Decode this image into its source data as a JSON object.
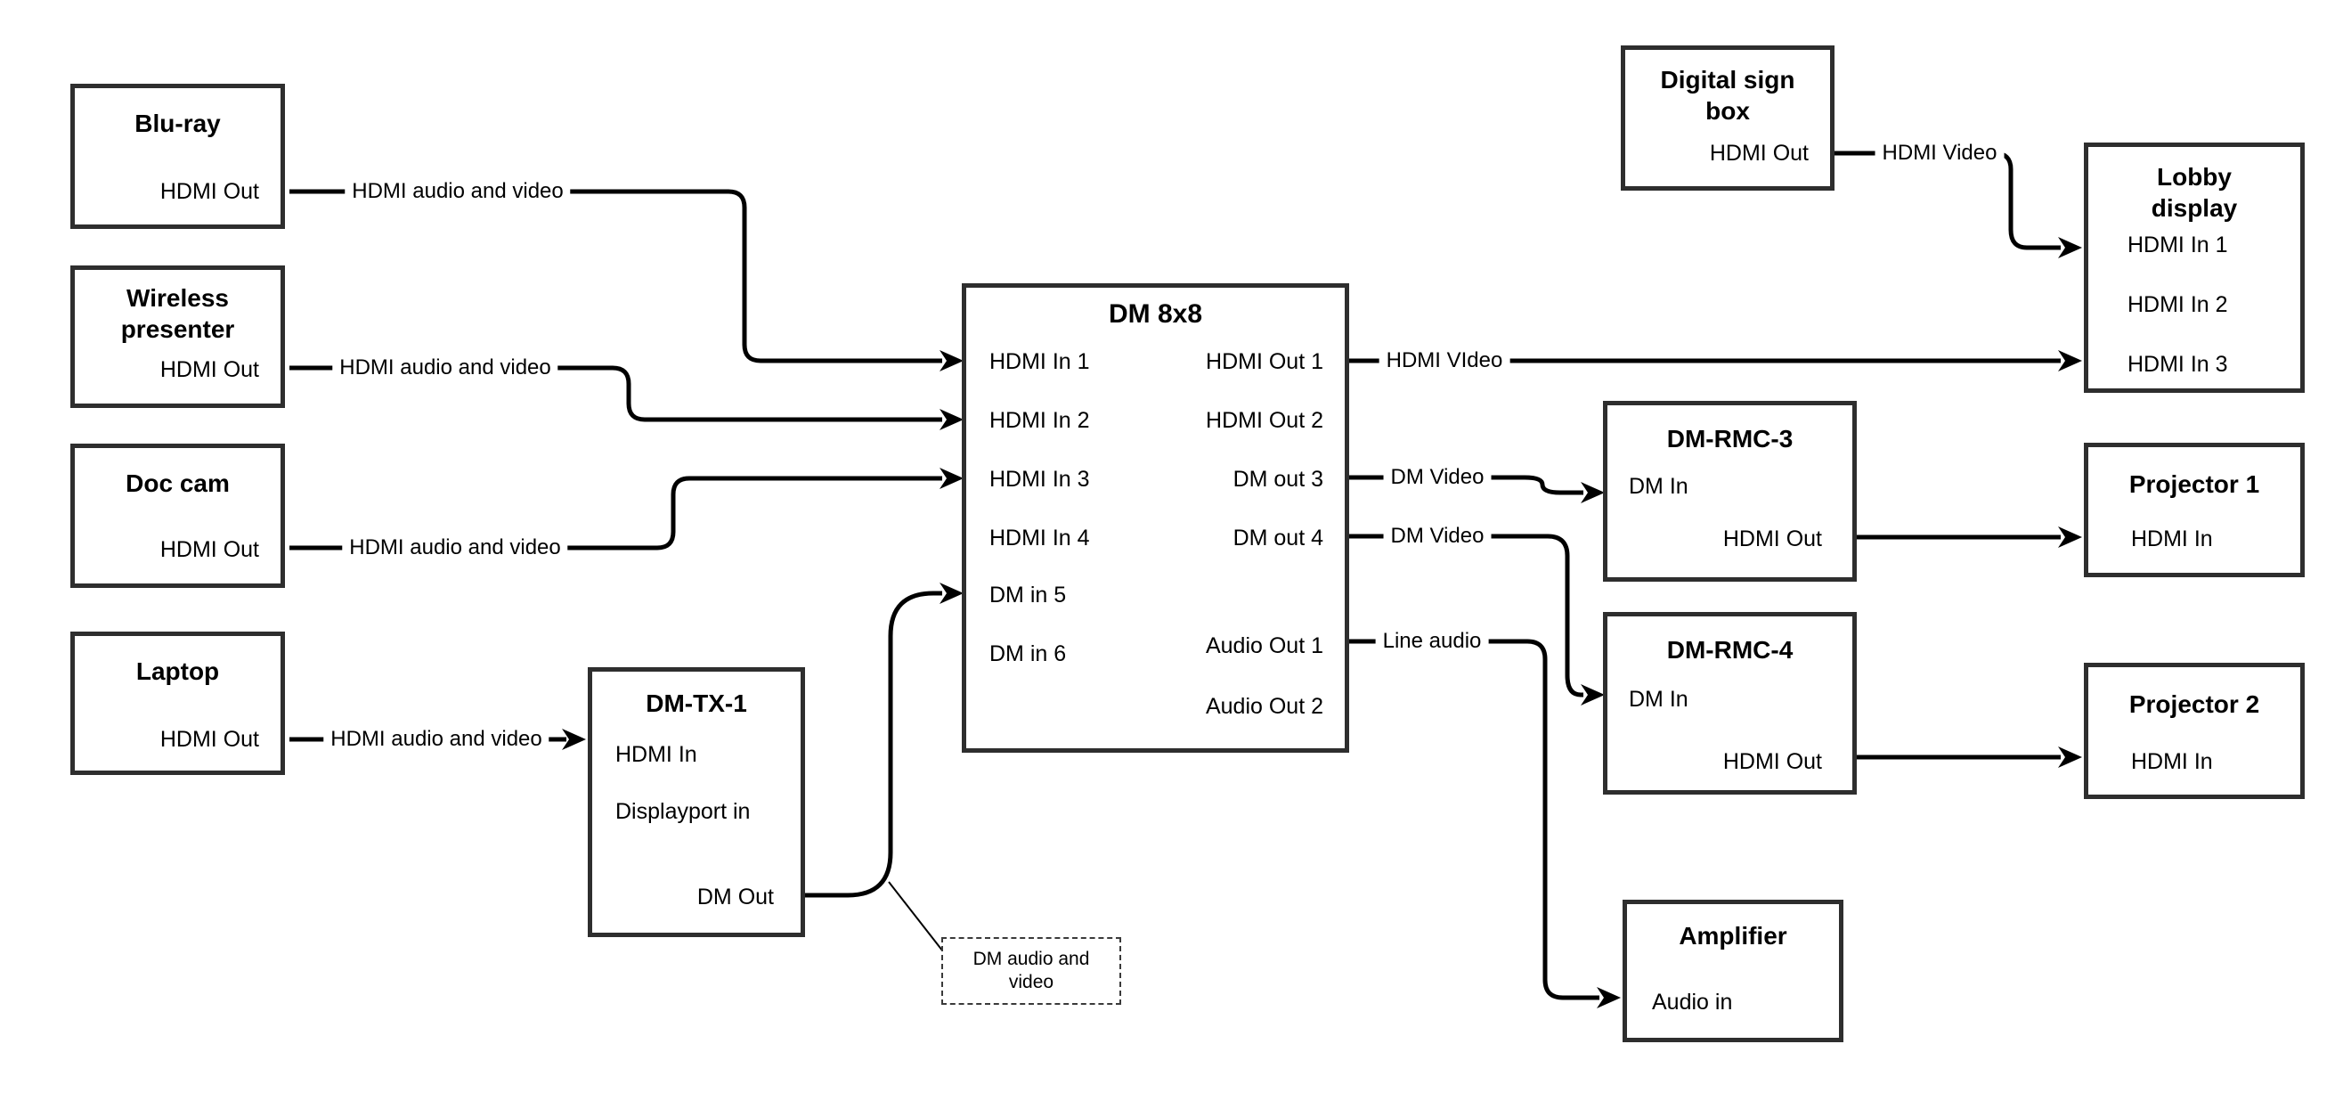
{
  "colors": {
    "background": "#ffffff",
    "box_border": "#2e2e2e",
    "line": "#000000",
    "text": "#000000"
  },
  "nodes": {
    "bluray": {
      "title": "Blu-ray",
      "hdmi_out": "HDMI Out"
    },
    "wireless": {
      "title": "Wireless presenter",
      "hdmi_out": "HDMI Out"
    },
    "doccam": {
      "title": "Doc cam",
      "hdmi_out": "HDMI Out"
    },
    "laptop": {
      "title": "Laptop",
      "hdmi_out": "HDMI Out"
    },
    "dmtx1": {
      "title": "DM-TX-1",
      "hdmi_in": "HDMI In",
      "displayport_in": "Displayport in",
      "dm_out": "DM Out"
    },
    "dm8x8": {
      "title": "DM 8x8",
      "in1": "HDMI In 1",
      "in2": "HDMI In 2",
      "in3": "HDMI In 3",
      "in4": "HDMI In 4",
      "in5": "DM in 5",
      "in6": "DM in 6",
      "out1": "HDMI Out 1",
      "out2": "HDMI Out 2",
      "out3": "DM out 3",
      "out4": "DM out 4",
      "out5": "Audio Out 1",
      "out6": "Audio Out 2"
    },
    "signbox": {
      "title": "Digital sign box",
      "hdmi_out": "HDMI Out"
    },
    "lobby": {
      "title": "Lobby display",
      "in1": "HDMI In 1",
      "in2": "HDMI In 2",
      "in3": "HDMI In 3"
    },
    "rmc3": {
      "title": "DM-RMC-3",
      "dm_in": "DM In",
      "hdmi_out": "HDMI Out"
    },
    "proj1": {
      "title": "Projector 1",
      "hdmi_in": "HDMI In"
    },
    "rmc4": {
      "title": "DM-RMC-4",
      "dm_in": "DM In",
      "hdmi_out": "HDMI Out"
    },
    "proj2": {
      "title": "Projector 2",
      "hdmi_in": "HDMI In"
    },
    "amp": {
      "title": "Amplifier",
      "audio_in": "Audio in"
    }
  },
  "edge_labels": {
    "bluray_dm": "HDMI audio and video",
    "wireless_dm": "HDMI audio and video",
    "doccam_dm": "HDMI audio and video",
    "laptop_tx": "HDMI audio and video",
    "out1_lobby": "HDMI VIdeo",
    "out3_rmc3": "DM Video",
    "out4_rmc4": "DM Video",
    "audio1_amp": "Line audio",
    "sign_lobby": "HDMI Video"
  },
  "note": {
    "text": "DM audio and video"
  }
}
